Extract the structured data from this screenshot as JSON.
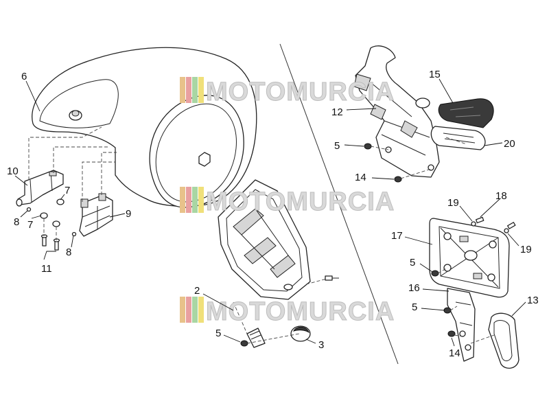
{
  "watermark": {
    "text": "MOTOMURCIA",
    "stripe_colors": [
      "#e8c28a",
      "#e9a0a0",
      "#a9d6a3",
      "#f0e07a"
    ]
  },
  "callouts": [
    {
      "id": "c6",
      "text": "6"
    },
    {
      "id": "c10",
      "text": "10"
    },
    {
      "id": "c7a",
      "text": "7"
    },
    {
      "id": "c7b",
      "text": "7"
    },
    {
      "id": "c8a",
      "text": "8"
    },
    {
      "id": "c8b",
      "text": "8"
    },
    {
      "id": "c9",
      "text": "9"
    },
    {
      "id": "c11",
      "text": "11"
    },
    {
      "id": "c12",
      "text": "12"
    },
    {
      "id": "c15",
      "text": "15"
    },
    {
      "id": "c20",
      "text": "20"
    },
    {
      "id": "c5a",
      "text": "5"
    },
    {
      "id": "c14a",
      "text": "14"
    },
    {
      "id": "c2",
      "text": "2"
    },
    {
      "id": "c5b",
      "text": "5"
    },
    {
      "id": "c3",
      "text": "3"
    },
    {
      "id": "c18",
      "text": "18"
    },
    {
      "id": "c19a",
      "text": "19"
    },
    {
      "id": "c19b",
      "text": "19"
    },
    {
      "id": "c17",
      "text": "17"
    },
    {
      "id": "c5c",
      "text": "5"
    },
    {
      "id": "c16",
      "text": "16"
    },
    {
      "id": "c5d",
      "text": "5"
    },
    {
      "id": "c13",
      "text": "13"
    },
    {
      "id": "c14b",
      "text": "14"
    }
  ]
}
